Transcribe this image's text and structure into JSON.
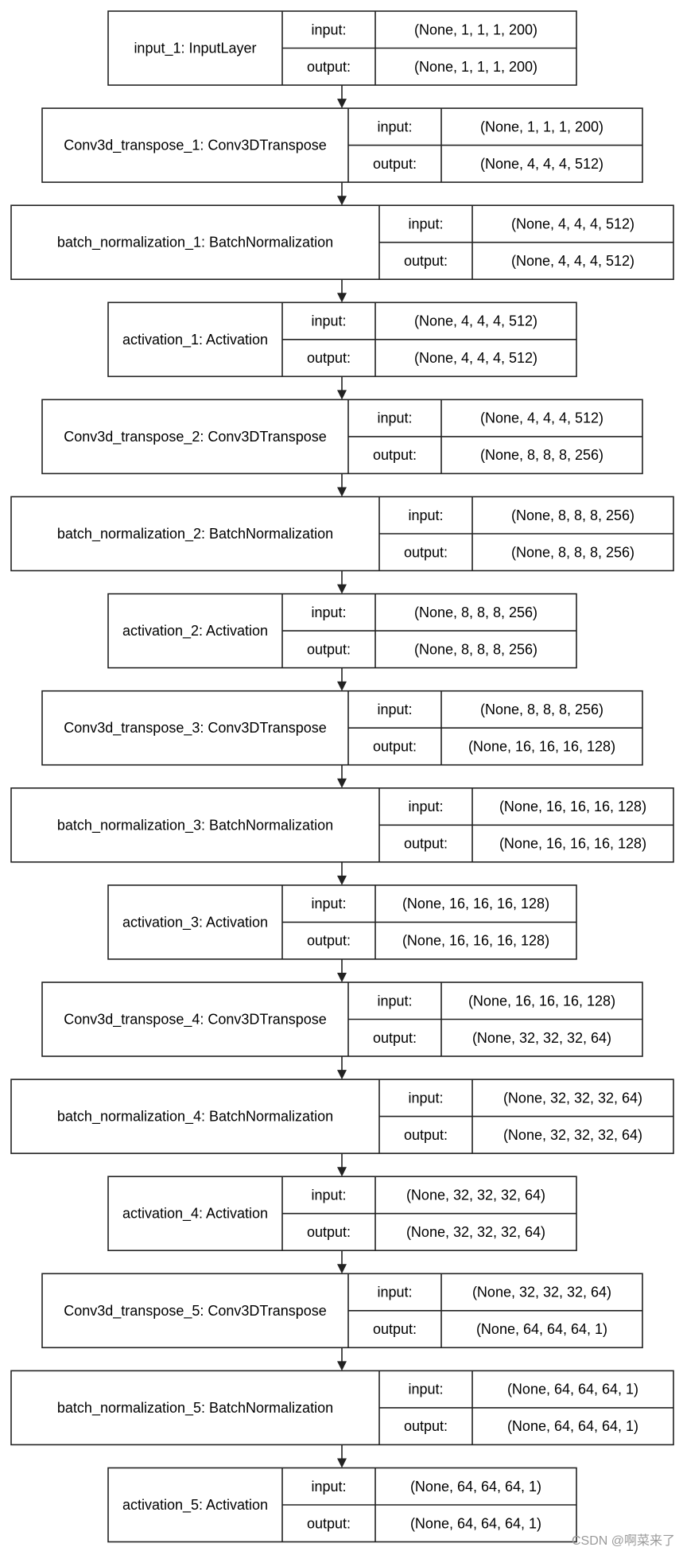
{
  "labels": {
    "input": "input:",
    "output": "output:"
  },
  "watermark": "CSDN @啊菜来了",
  "layers": [
    {
      "name": "input_1: InputLayer",
      "input": "(None, 1, 1, 1, 200)",
      "output": "(None, 1, 1, 1, 200)"
    },
    {
      "name": "Conv3d_transpose_1: Conv3DTranspose",
      "input": "(None, 1, 1, 1, 200)",
      "output": "(None, 4, 4, 4, 512)"
    },
    {
      "name": "batch_normalization_1: BatchNormalization",
      "input": "(None, 4, 4, 4, 512)",
      "output": "(None, 4, 4, 4, 512)"
    },
    {
      "name": "activation_1: Activation",
      "input": "(None, 4, 4, 4, 512)",
      "output": "(None, 4, 4, 4, 512)"
    },
    {
      "name": "Conv3d_transpose_2: Conv3DTranspose",
      "input": "(None, 4, 4, 4, 512)",
      "output": "(None, 8, 8, 8, 256)"
    },
    {
      "name": "batch_normalization_2: BatchNormalization",
      "input": "(None, 8, 8, 8, 256)",
      "output": "(None, 8, 8, 8, 256)"
    },
    {
      "name": "activation_2: Activation",
      "input": "(None, 8, 8, 8, 256)",
      "output": "(None, 8, 8, 8, 256)"
    },
    {
      "name": "Conv3d_transpose_3: Conv3DTranspose",
      "input": "(None, 8, 8, 8, 256)",
      "output": "(None, 16, 16, 16, 128)"
    },
    {
      "name": "batch_normalization_3: BatchNormalization",
      "input": "(None, 16, 16, 16, 128)",
      "output": "(None, 16, 16, 16, 128)"
    },
    {
      "name": "activation_3: Activation",
      "input": "(None, 16, 16, 16, 128)",
      "output": "(None, 16, 16, 16, 128)"
    },
    {
      "name": "Conv3d_transpose_4: Conv3DTranspose",
      "input": "(None, 16, 16, 16, 128)",
      "output": "(None, 32, 32, 32, 64)"
    },
    {
      "name": "batch_normalization_4: BatchNormalization",
      "input": "(None, 32, 32, 32, 64)",
      "output": "(None, 32, 32, 32, 64)"
    },
    {
      "name": "activation_4: Activation",
      "input": "(None, 32, 32, 32, 64)",
      "output": "(None, 32, 32, 32, 64)"
    },
    {
      "name": "Conv3d_transpose_5: Conv3DTranspose",
      "input": "(None, 32, 32, 32, 64)",
      "output": "(None, 64, 64, 64, 1)"
    },
    {
      "name": "batch_normalization_5: BatchNormalization",
      "input": "(None, 64, 64, 64, 1)",
      "output": "(None, 64, 64, 64, 1)"
    },
    {
      "name": "activation_5: Activation",
      "input": "(None, 64, 64, 64, 1)",
      "output": "(None, 64, 64, 64, 1)"
    }
  ]
}
